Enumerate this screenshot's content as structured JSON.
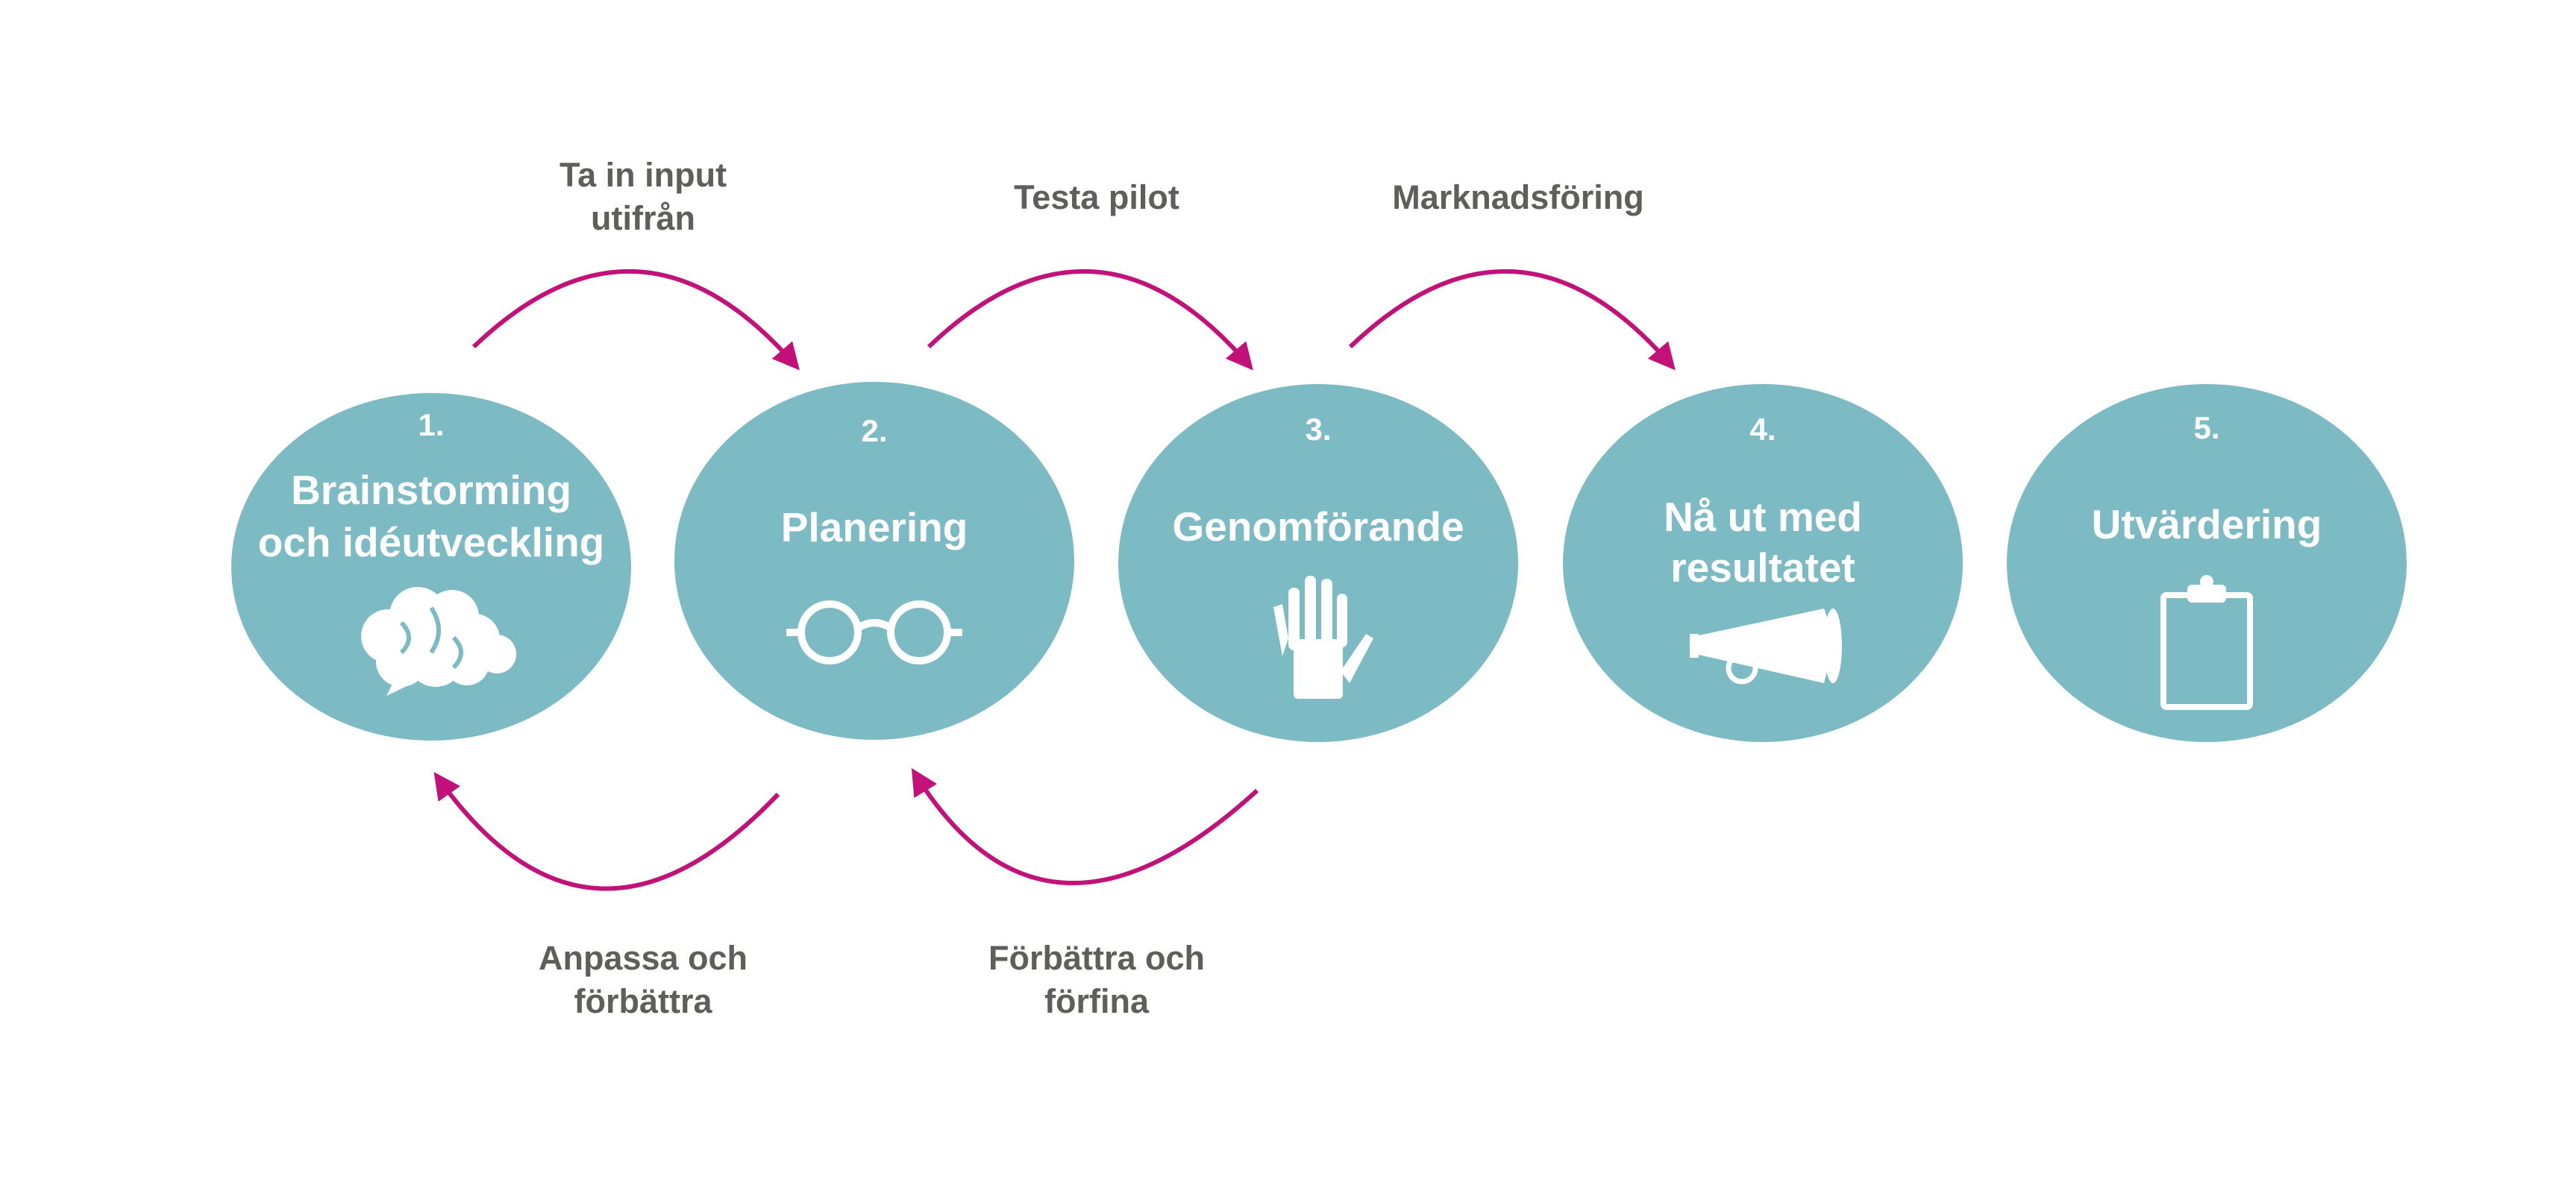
{
  "colors": {
    "node_fill": "#7cbbc4",
    "arrow": "#c2127a",
    "label": "#5e5e5b",
    "text_on_node": "#ffffff"
  },
  "steps": [
    {
      "number": "1.",
      "title_lines": [
        "Brainstorming",
        "och idéutveckling"
      ],
      "icon": "brain-icon"
    },
    {
      "number": "2.",
      "title_lines": [
        "Planering"
      ],
      "icon": "glasses-icon"
    },
    {
      "number": "3.",
      "title_lines": [
        "Genomförande"
      ],
      "icon": "hand-icon"
    },
    {
      "number": "4.",
      "title_lines": [
        "Nå ut med",
        "resultatet"
      ],
      "icon": "megaphone-icon"
    },
    {
      "number": "5.",
      "title_lines": [
        "Utvärdering"
      ],
      "icon": "clipboard-icon"
    }
  ],
  "forward_arrows": [
    {
      "from": "1.",
      "to": "2.",
      "label_lines": [
        "Ta in input",
        "utifrån"
      ]
    },
    {
      "from": "2.",
      "to": "3.",
      "label_lines": [
        "Testa pilot"
      ]
    },
    {
      "from": "3.",
      "to": "4.",
      "label_lines": [
        "Marknadsföring"
      ]
    }
  ],
  "back_arrows": [
    {
      "from": "2.",
      "to": "1.",
      "label_lines": [
        "Anpassa och",
        "förbättra"
      ]
    },
    {
      "from": "3.",
      "to": "2.",
      "label_lines": [
        "Förbättra och",
        "förfina"
      ]
    }
  ]
}
